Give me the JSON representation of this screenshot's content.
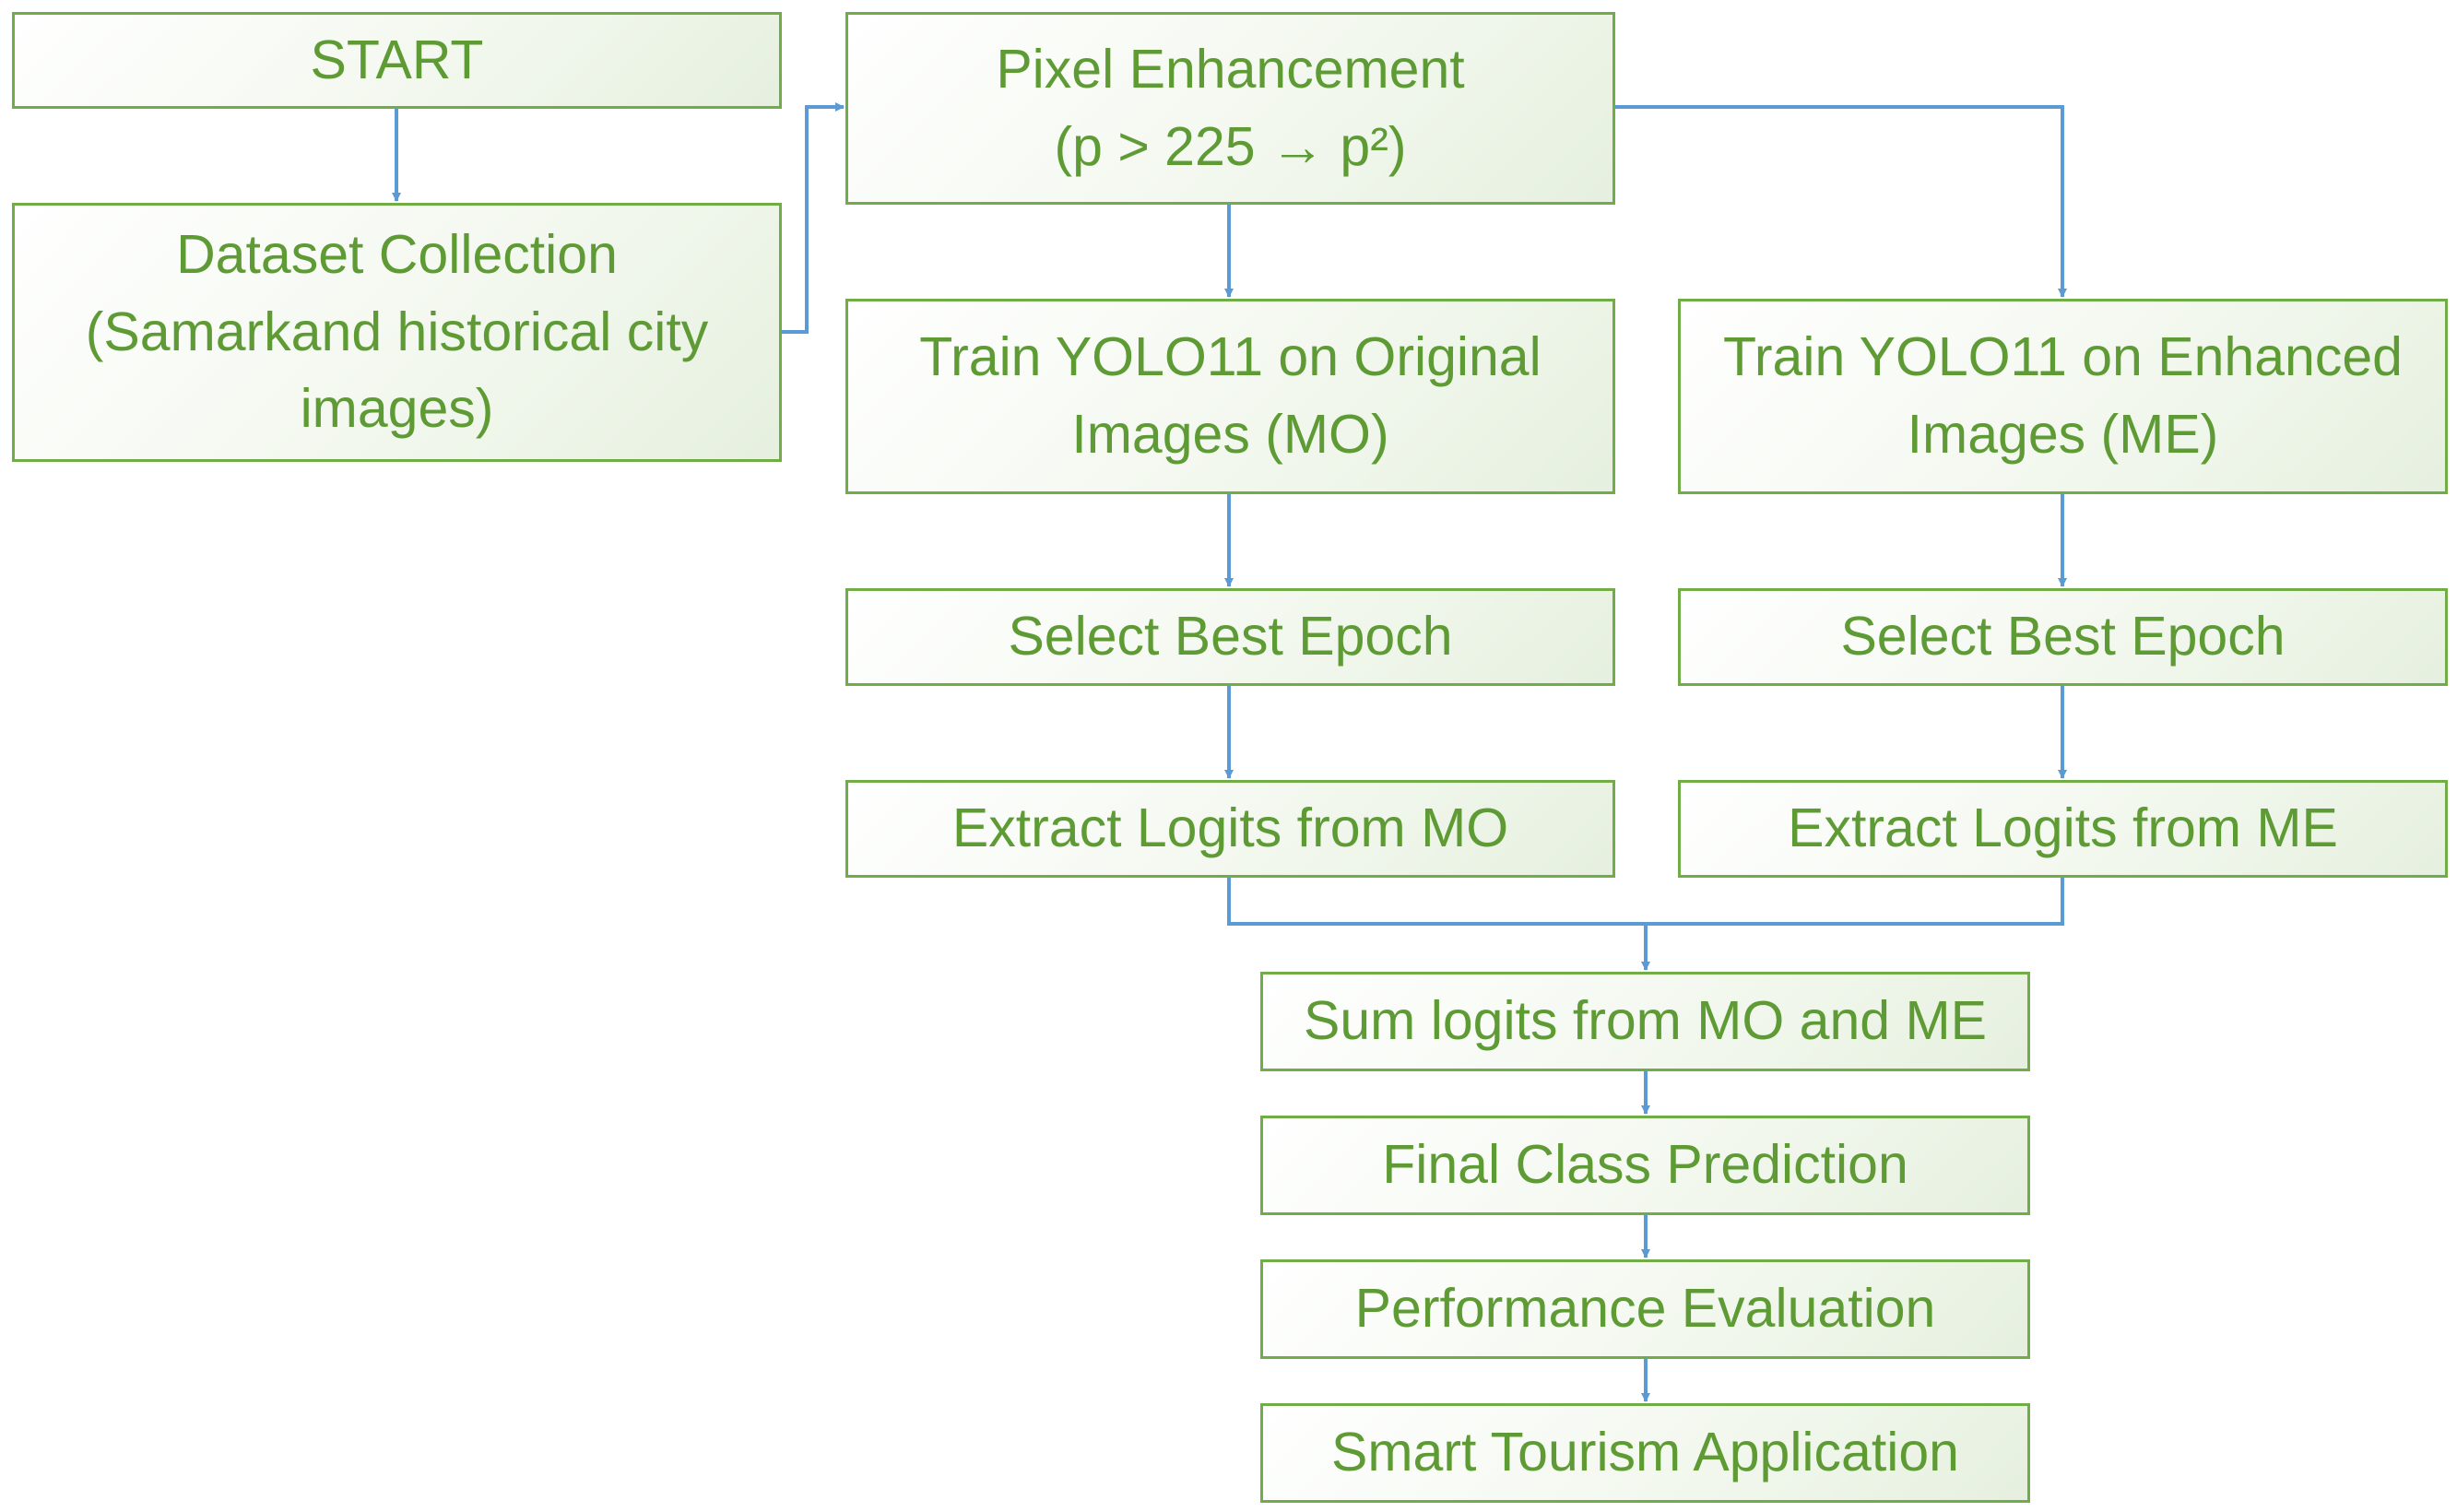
{
  "colors": {
    "box_border": "#70ad47",
    "box_text": "#5f9b35",
    "connector": "#5b9bd5"
  },
  "nodes": {
    "start": {
      "lines": [
        "START"
      ]
    },
    "dataset": {
      "lines": [
        "Dataset Collection",
        "(Samarkand historical city",
        "images)"
      ]
    },
    "enhance": {
      "lines": [
        "Pixel Enhancement",
        "(p > 225 → p²)"
      ]
    },
    "train_mo": {
      "lines": [
        "Train YOLO11 on Original",
        "Images (MO)"
      ]
    },
    "train_me": {
      "lines": [
        "Train YOLO11 on Enhanced",
        "Images (ME)"
      ]
    },
    "epoch_mo": {
      "lines": [
        "Select Best Epoch"
      ]
    },
    "epoch_me": {
      "lines": [
        "Select Best Epoch"
      ]
    },
    "logits_mo": {
      "lines": [
        "Extract Logits from MO"
      ]
    },
    "logits_me": {
      "lines": [
        "Extract Logits from ME"
      ]
    },
    "sum": {
      "lines": [
        "Sum logits from MO and ME"
      ]
    },
    "predict": {
      "lines": [
        "Final Class Prediction"
      ]
    },
    "evaluate": {
      "lines": [
        "Performance Evaluation"
      ]
    },
    "application": {
      "lines": [
        "Smart Tourism Application"
      ]
    }
  }
}
